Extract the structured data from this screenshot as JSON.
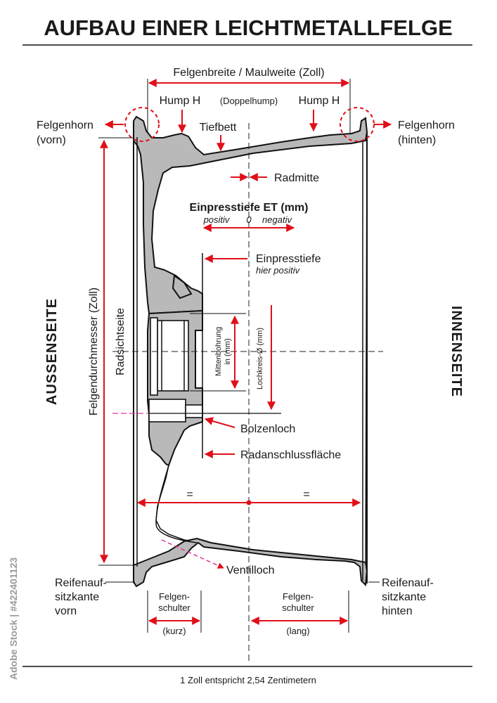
{
  "title": "AUFBAU EINER LEICHTMETALLFELGE",
  "labels": {
    "felgenbreite": "Felgenbreite / Maulweite (Zoll)",
    "hump_left": "Hump H",
    "doppelhump": "(Doppelhump)",
    "hump_right": "Hump H",
    "tiefbett": "Tiefbett",
    "felgenhorn_vorn_1": "Felgenhorn",
    "felgenhorn_vorn_2": "(vorn)",
    "felgenhorn_hinten_1": "Felgenhorn",
    "felgenhorn_hinten_2": "(hinten)",
    "radmitte": "Radmitte",
    "et_title": "Einpresstiefe ET (mm)",
    "et_positiv": "positiv",
    "et_zero": "0",
    "et_negativ": "negativ",
    "einpresstiefe": "Einpresstiefe",
    "hier_positiv": "hier positiv",
    "aussenseite": "AUSSENSEITE",
    "innenseite": "INNENSEITE",
    "felgendurchmesser": "Felgendurchmesser (Zoll)",
    "radsichtseite": "Radsichtseite",
    "mittenbohrung_1": "Mittenbohrung",
    "mittenbohrung_2": "in (mm)",
    "lochkreis": "Lochkreis-Ø (mm)",
    "bolzenloch": "Bolzenloch",
    "radanschluss": "Radanschlussfläche",
    "equal_left": "=",
    "equal_right": "=",
    "ventilloch": "Ventilloch",
    "reifen_vorn_1": "Reifenauf-",
    "reifen_vorn_2": "sitzkante",
    "reifen_vorn_3": "vorn",
    "reifen_hinten_1": "Reifenauf-",
    "reifen_hinten_2": "sitzkante",
    "reifen_hinten_3": "hinten",
    "schulter_kurz_1": "Felgen-",
    "schulter_kurz_2": "schulter",
    "schulter_kurz_3": "(kurz)",
    "schulter_lang_1": "Felgen-",
    "schulter_lang_2": "schulter",
    "schulter_lang_3": "(lang)",
    "footer": "1 Zoll entspricht 2,54 Zentimetern"
  },
  "watermark": {
    "side_text": "Adobe Stock | #422401123"
  },
  "colors": {
    "accent_red": "#e0101a",
    "rim_gray": "#b9b9b9",
    "line_black": "#111111",
    "guide_magenta": "#e0339a"
  }
}
